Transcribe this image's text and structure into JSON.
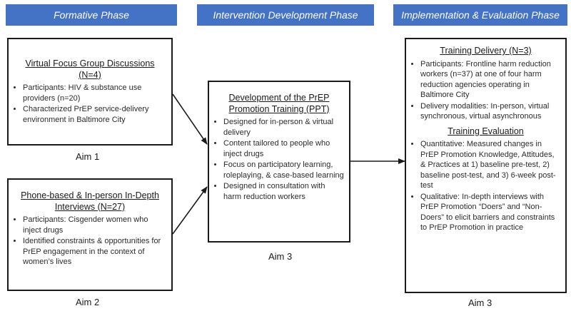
{
  "phases": {
    "formative": "Formative Phase",
    "intervention": "Intervention Development Phase",
    "implementation": "Implementation & Evaluation Phase"
  },
  "boxes": {
    "focus_groups": {
      "title": "Virtual Focus Group Discussions (N=4)",
      "bullets": [
        "Participants: HIV & substance use providers (n=20)",
        "Characterized PrEP service-delivery environment in Baltimore City"
      ]
    },
    "interviews": {
      "title": "Phone-based & In-person In-Depth Interviews (N=27)",
      "bullets": [
        "Participants: Cisgender women who inject drugs",
        "Identified constraints & opportunities for PrEP engagement in the context of women’s lives"
      ]
    },
    "development": {
      "title": "Development of the PrEP Promotion Training (PPT)",
      "bullets": [
        "Designed for in-person & virtual delivery",
        "Content tailored to people who inject drugs",
        "Focus on participatory learning, roleplaying, & case-based learning",
        "Designed in consultation with harm reduction workers"
      ]
    },
    "training": {
      "delivery_title": "Training Delivery (N=3)",
      "delivery_bullets": [
        "Participants: Frontline harm reduction workers (n=37) at one of four harm reduction agencies operating in Baltimore City",
        "Delivery modalities: In-person, virtual synchronous, virtual asynchronous"
      ],
      "evaluation_title": "Training Evaluation",
      "evaluation_bullets": [
        "Quantitative: Measured changes in PrEP Promotion Knowledge, Attitudes, & Practices at 1) baseline pre-test, 2) baseline post-test, and 3) 6-week post-test",
        "Qualitative: In-depth interviews with PrEP Promotion “Doers” and “Non-Doers” to elicit barriers and constraints to PrEP Promotion in practice"
      ]
    }
  },
  "aims": {
    "aim1": "Aim 1",
    "aim2": "Aim 2",
    "aim3_mid": "Aim 3",
    "aim3_right": "Aim 3"
  },
  "colors": {
    "phase_bg": "#4472c4",
    "phase_text": "#ffffff",
    "border": "#1a1a1a"
  }
}
